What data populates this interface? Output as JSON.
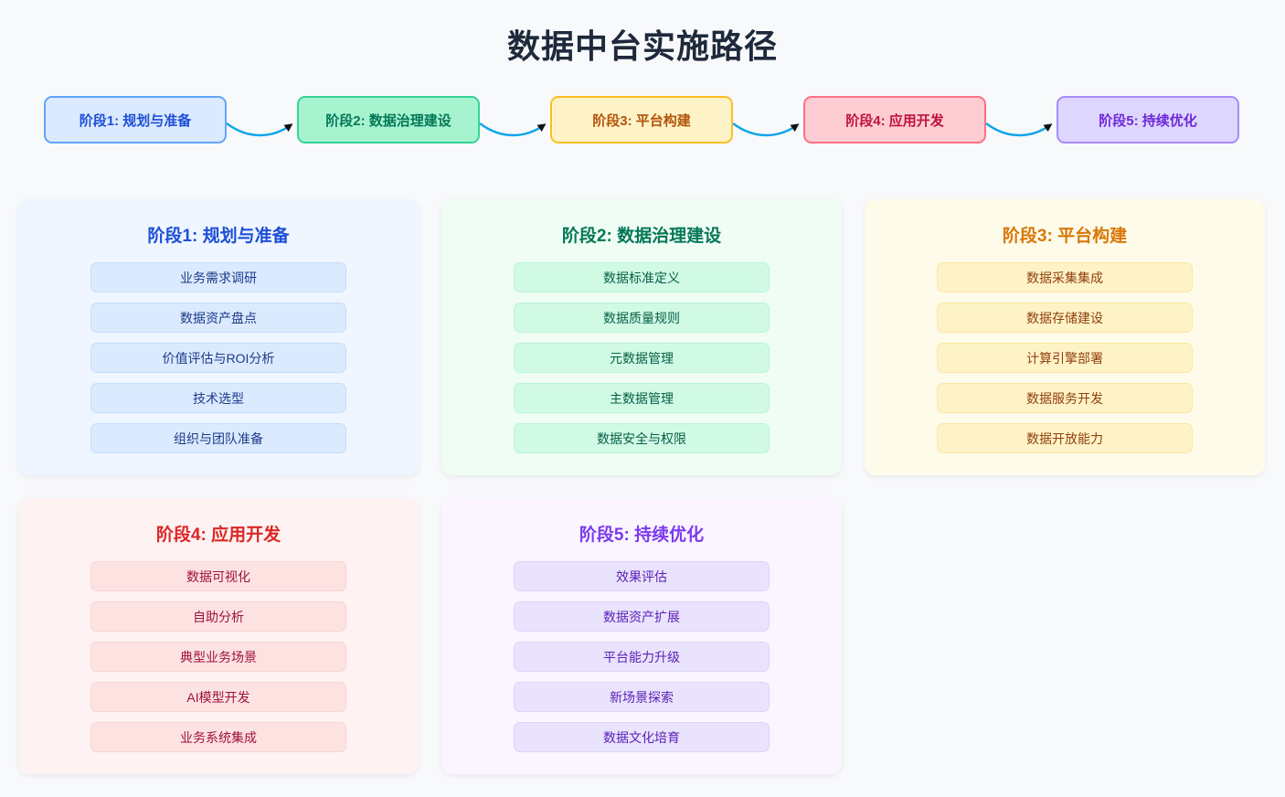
{
  "page": {
    "title": "数据中台实施路径",
    "background_color": "#f8f9fb",
    "title_color": "#1e293b"
  },
  "flow": {
    "connector_color": "#0ea5e9",
    "arrowhead_color": "#111111",
    "nodes": [
      {
        "label": "阶段1: 规划与准备",
        "fill": "#dbeafe",
        "border": "#60a5fa",
        "text": "#1d4ed8"
      },
      {
        "label": "阶段2: 数据治理建设",
        "fill": "#a7f3d0",
        "border": "#34d399",
        "text": "#047857"
      },
      {
        "label": "阶段3: 平台构建",
        "fill": "#fef3c7",
        "border": "#fbbf24",
        "text": "#b45309"
      },
      {
        "label": "阶段4: 应用开发",
        "fill": "#fecdd3",
        "border": "#fb7185",
        "text": "#be123c"
      },
      {
        "label": "阶段5: 持续优化",
        "fill": "#ddd6fe",
        "border": "#a78bfa",
        "text": "#6d28d9"
      }
    ]
  },
  "cards": [
    {
      "title": "阶段1: 规划与准备",
      "theme": "blue",
      "title_color": "#1d4ed8",
      "items": [
        "业务需求调研",
        "数据资产盘点",
        "价值评估与ROI分析",
        "技术选型",
        "组织与团队准备"
      ]
    },
    {
      "title": "阶段2: 数据治理建设",
      "theme": "green",
      "title_color": "#047857",
      "items": [
        "数据标准定义",
        "数据质量规则",
        "元数据管理",
        "主数据管理",
        "数据安全与权限"
      ]
    },
    {
      "title": "阶段3: 平台构建",
      "theme": "amber",
      "title_color": "#d97706",
      "items": [
        "数据采集集成",
        "数据存储建设",
        "计算引擎部署",
        "数据服务开发",
        "数据开放能力"
      ]
    },
    {
      "title": "阶段4: 应用开发",
      "theme": "rose",
      "title_color": "#dc2626",
      "items": [
        "数据可视化",
        "自助分析",
        "典型业务场景",
        "AI模型开发",
        "业务系统集成"
      ]
    },
    {
      "title": "阶段5: 持续优化",
      "theme": "violet",
      "title_color": "#7c3aed",
      "items": [
        "效果评估",
        "数据资产扩展",
        "平台能力升级",
        "新场景探索",
        "数据文化培育"
      ]
    }
  ]
}
